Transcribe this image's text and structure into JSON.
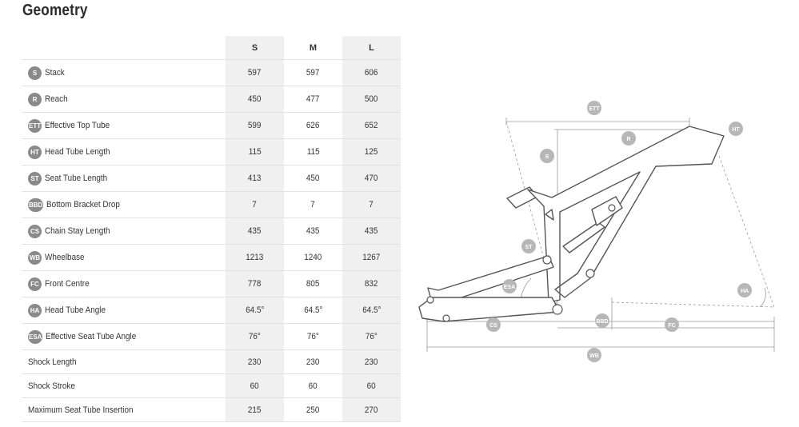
{
  "page_title": "Geometry",
  "sizes": [
    "S",
    "M",
    "L"
  ],
  "rows": [
    {
      "badge": "S",
      "label": "Stack",
      "values": [
        "597",
        "597",
        "606"
      ]
    },
    {
      "badge": "R",
      "label": "Reach",
      "values": [
        "450",
        "477",
        "500"
      ]
    },
    {
      "badge": "ETT",
      "label": "Effective Top Tube",
      "values": [
        "599",
        "626",
        "652"
      ]
    },
    {
      "badge": "HT",
      "label": "Head Tube Length",
      "values": [
        "115",
        "115",
        "125"
      ]
    },
    {
      "badge": "ST",
      "label": "Seat Tube Length",
      "values": [
        "413",
        "450",
        "470"
      ]
    },
    {
      "badge": "BBD",
      "label": "Bottom Bracket Drop",
      "values": [
        "7",
        "7",
        "7"
      ]
    },
    {
      "badge": "CS",
      "label": "Chain Stay Length",
      "values": [
        "435",
        "435",
        "435"
      ]
    },
    {
      "badge": "WB",
      "label": "Wheelbase",
      "values": [
        "1213",
        "1240",
        "1267"
      ]
    },
    {
      "badge": "FC",
      "label": "Front Centre",
      "values": [
        "778",
        "805",
        "832"
      ]
    },
    {
      "badge": "HA",
      "label": "Head Tube Angle",
      "values": [
        "64.5°",
        "64.5°",
        "64.5°"
      ]
    },
    {
      "badge": "ESA",
      "label": "Effective Seat Tube Angle",
      "values": [
        "76°",
        "76°",
        "76°"
      ]
    },
    {
      "badge": "",
      "label": "Shock Length",
      "values": [
        "230",
        "230",
        "230"
      ]
    },
    {
      "badge": "",
      "label": "Shock Stroke",
      "values": [
        "60",
        "60",
        "60"
      ]
    },
    {
      "badge": "",
      "label": "Maximum Seat Tube Insertion",
      "values": [
        "215",
        "250",
        "270"
      ]
    }
  ],
  "diagram_labels": {
    "ett": "ETT",
    "r": "R",
    "ht": "HT",
    "s": "S",
    "st": "ST",
    "esa": "ESA",
    "ha": "HA",
    "cs": "CS",
    "bbd": "BBD",
    "fc": "FC",
    "wb": "WB"
  },
  "colors": {
    "badge": "#8a8a8a",
    "shade": "#f0f0f0",
    "frame": "#555555",
    "dim": "#9a9a9a"
  }
}
